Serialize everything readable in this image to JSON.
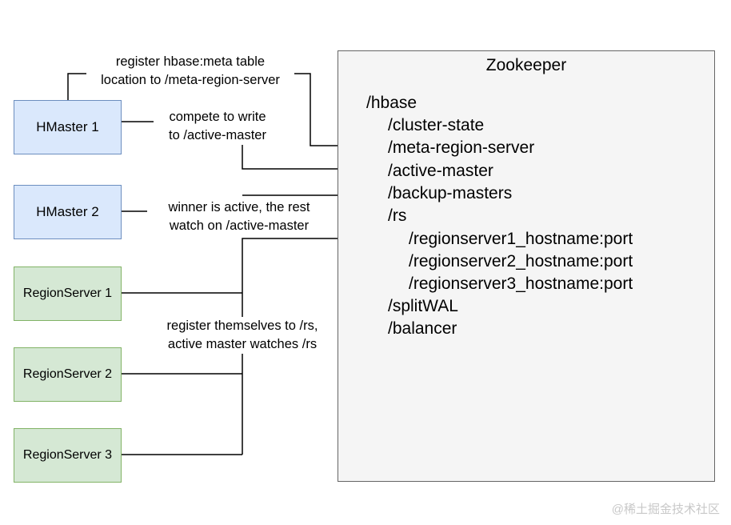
{
  "nodes": {
    "hmaster1": "HMaster 1",
    "hmaster2": "HMaster 2",
    "regionserver1": "RegionServer 1",
    "regionserver2": "RegionServer 2",
    "regionserver3": "RegionServer 3"
  },
  "zookeeper": {
    "title": "Zookeeper",
    "tree": [
      "/hbase",
      "/cluster-state",
      "/meta-region-server",
      "/active-master",
      "/backup-masters",
      "/rs",
      "/regionserver1_hostname:port",
      "/regionserver2_hostname:port",
      "/regionserver3_hostname:port",
      "/splitWAL",
      "/balancer"
    ]
  },
  "labels": {
    "register_meta": [
      "register hbase:meta table",
      "location to /meta-region-server"
    ],
    "compete": [
      "compete to write",
      "to /active-master"
    ],
    "winner": [
      "winner is active, the rest",
      "watch on /active-master"
    ],
    "register_rs": [
      "register themselves to /rs,",
      "active master watches /rs"
    ]
  },
  "watermark": "@稀土掘金技术社区",
  "colors": {
    "master_fill": "#dae8fc",
    "master_border": "#6c8ebf",
    "region_fill": "#d5e8d4",
    "region_border": "#82b366",
    "zookeeper_fill": "#f5f5f5",
    "zookeeper_border": "#666666"
  }
}
